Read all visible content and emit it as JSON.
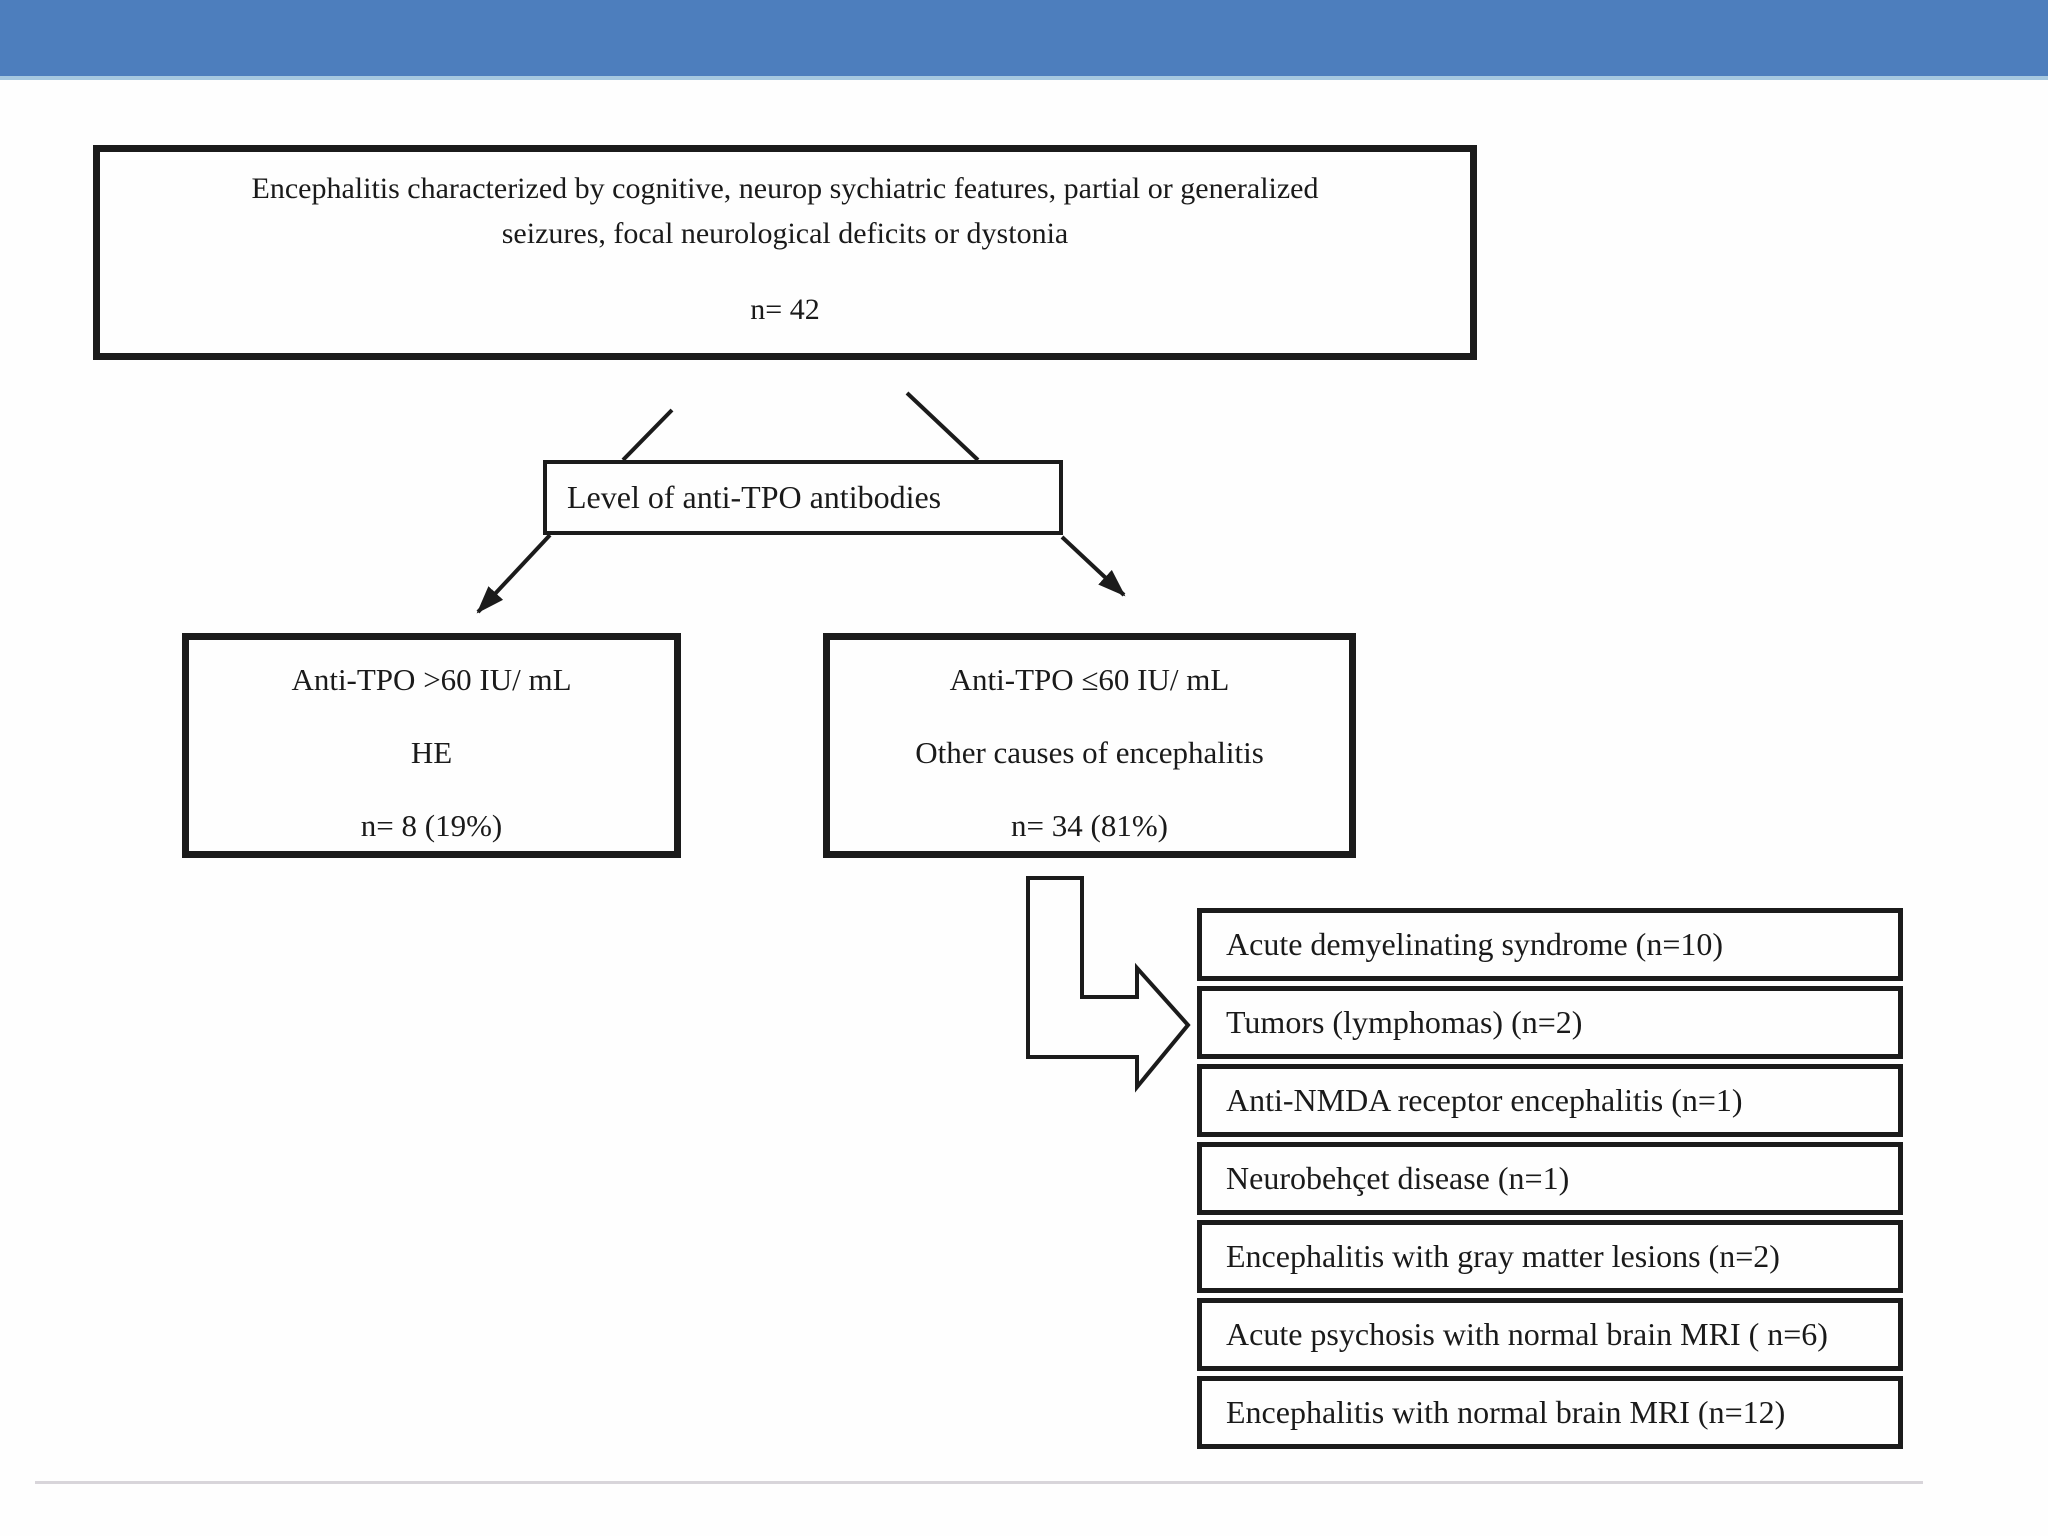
{
  "slide": {
    "header_bar_color": "#4d7ebd",
    "header_bar_edge_color": "#a6c8e0",
    "footer_rule_color": "#d8d5da",
    "box_border_color": "#1b1b1b",
    "text_color": "#1a1a1a"
  },
  "flowchart": {
    "root_box": {
      "line1": "Encephalitis characterized by cognitive, neurop sychiatric features, partial or generalized",
      "line2": "seizures, focal neurological deficits or dystonia",
      "count": "n= 42"
    },
    "decision_box": {
      "label": "Level of anti-TPO antibodies"
    },
    "he_box": {
      "criterion": "Anti-TPO >60 IU/ mL",
      "diagnosis": "HE",
      "count": "n= 8 (19%)"
    },
    "other_box": {
      "criterion": "Anti-TPO ≤60 IU/ mL",
      "diagnosis": "Other causes of encephalitis",
      "count": "n= 34 (81%)"
    },
    "other_causes": [
      "Acute demyelinating syndrome (n=10)",
      "Tumors (lymphomas) (n=2)",
      "Anti-NMDA receptor encephalitis (n=1)",
      "Neurobehçet disease (n=1)",
      "Encephalitis with gray matter lesions (n=2)",
      "Acute psychosis with normal brain MRI ( n=6)",
      "Encephalitis with normal brain MRI (n=12)"
    ]
  }
}
